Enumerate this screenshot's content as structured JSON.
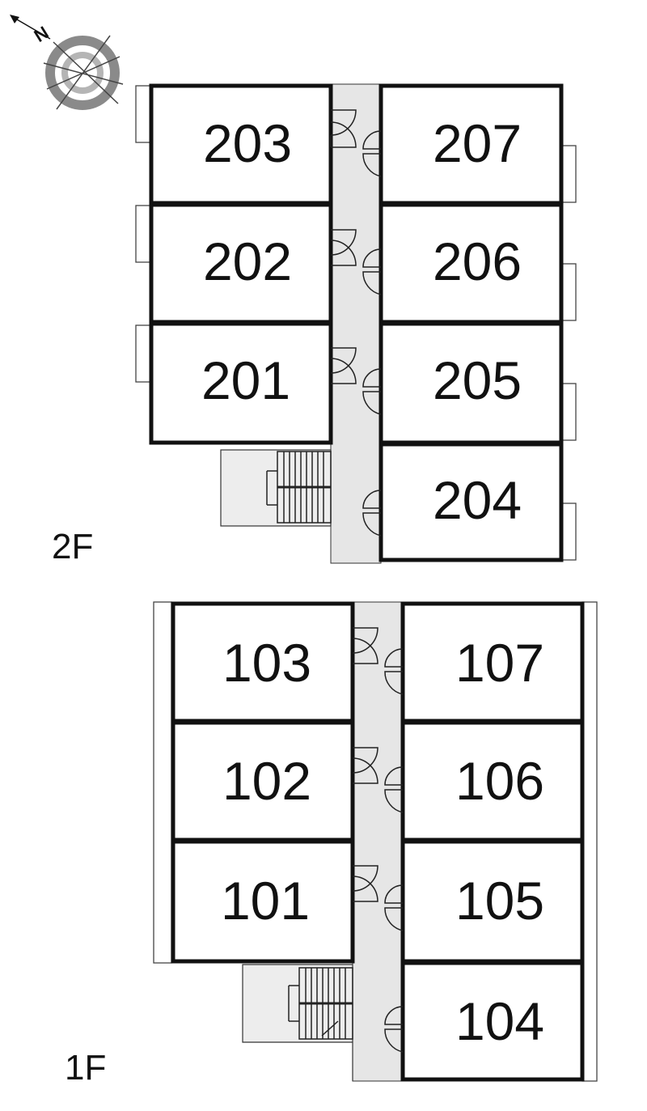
{
  "compass": {
    "north_letter": "N",
    "icon": "compass-rose-icon"
  },
  "floors": [
    {
      "label": "2F",
      "left_rooms": [
        "203",
        "202",
        "201"
      ],
      "right_rooms": [
        "207",
        "206",
        "205",
        "204"
      ]
    },
    {
      "label": "1F",
      "left_rooms": [
        "103",
        "102",
        "101"
      ],
      "right_rooms": [
        "107",
        "106",
        "105",
        "104"
      ]
    }
  ],
  "colors": {
    "wall": "#111111",
    "corridor": "#e6e6e6",
    "stair_fill": "#ededed",
    "background": "#ffffff"
  }
}
